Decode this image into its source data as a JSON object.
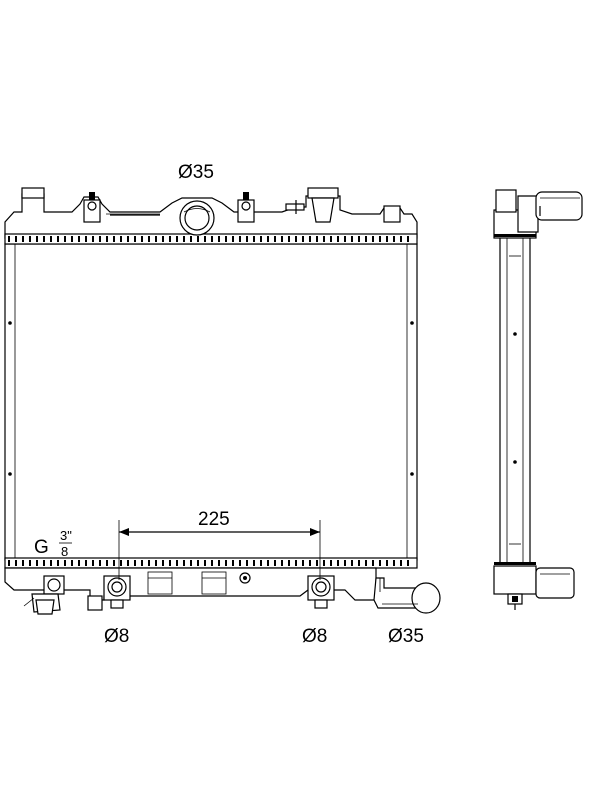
{
  "labels": {
    "top_inlet": "Ø35",
    "width_dim": "225",
    "drain_g": "G",
    "drain_num": "3\"",
    "drain_den": "8",
    "mount_left": "Ø8",
    "mount_right": "Ø8",
    "bottom_outlet": "Ø35"
  }
}
